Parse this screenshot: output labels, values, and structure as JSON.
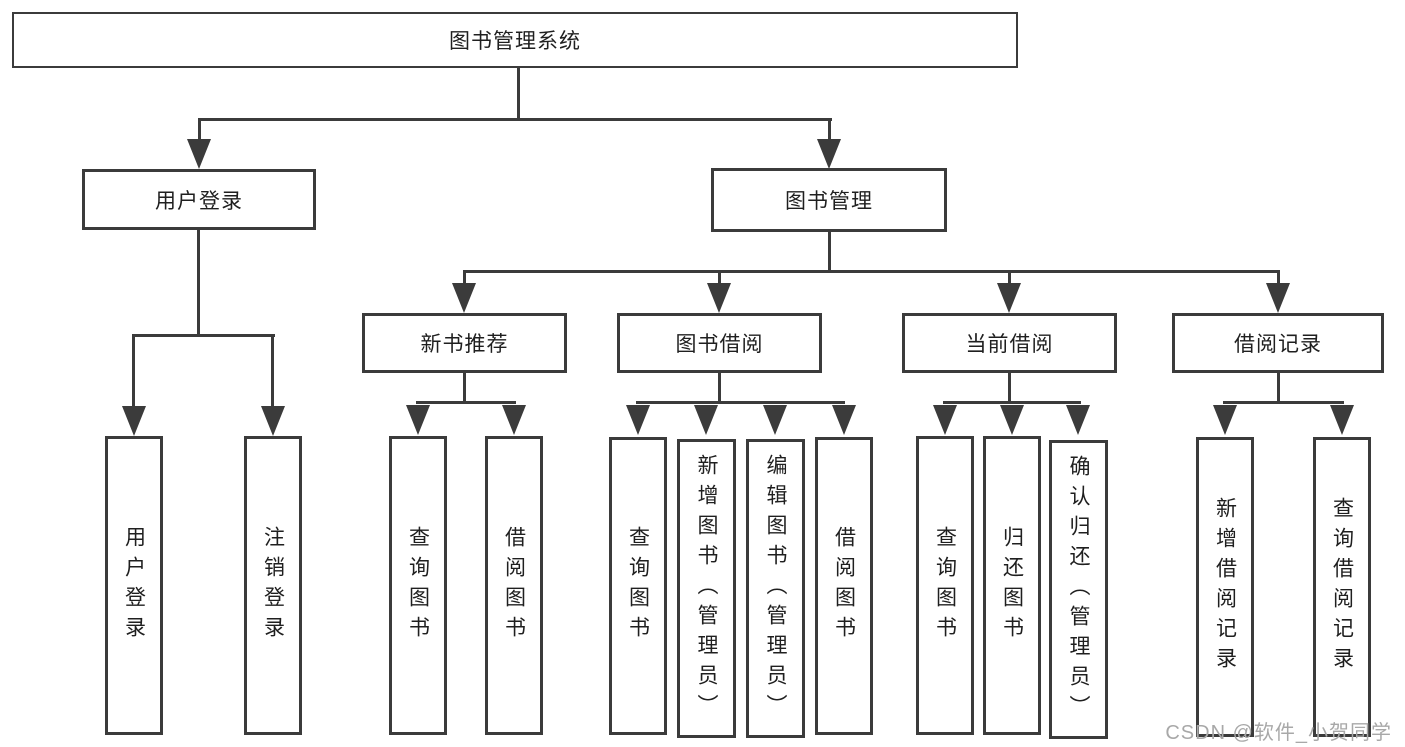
{
  "diagram_title": "图书管理系统",
  "colors": {
    "line": "#3b3b3b",
    "text": "#1f1f1f",
    "background": "#ffffff",
    "watermark": "#a8a8a8"
  },
  "watermark": {
    "text": "CSDN @软件_小贺同学"
  },
  "tree": {
    "label": "图书管理系统",
    "children": [
      {
        "label": "用户登录",
        "children": [
          {
            "label": "用户登录"
          },
          {
            "label": "注销登录"
          }
        ]
      },
      {
        "label": "图书管理",
        "children": [
          {
            "label": "新书推荐",
            "children": [
              {
                "label": "查询图书"
              },
              {
                "label": "借阅图书"
              }
            ]
          },
          {
            "label": "图书借阅",
            "children": [
              {
                "label": "查询图书"
              },
              {
                "label": "新增图书（管理员）"
              },
              {
                "label": "编辑图书（管理员）"
              },
              {
                "label": "借阅图书"
              }
            ]
          },
          {
            "label": "当前借阅",
            "children": [
              {
                "label": "查询图书"
              },
              {
                "label": "归还图书"
              },
              {
                "label": "确认归还（管理员）"
              }
            ]
          },
          {
            "label": "借阅记录",
            "children": [
              {
                "label": "新增借阅记录"
              },
              {
                "label": "查询借阅记录"
              }
            ]
          }
        ]
      }
    ]
  }
}
